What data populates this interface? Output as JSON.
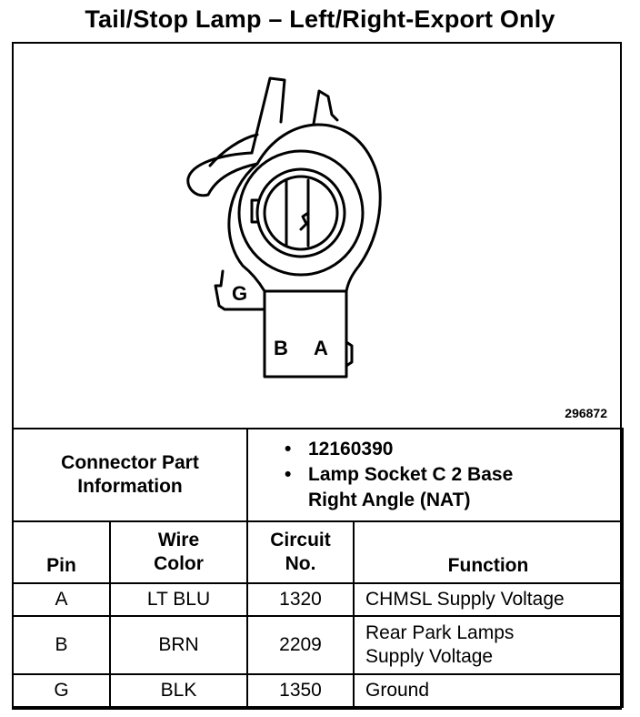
{
  "title": "Tail/Stop Lamp – Left/Right-Export Only",
  "figure": {
    "id": "296872",
    "pin_labels": {
      "g": "G",
      "b": "B",
      "a": "A"
    }
  },
  "connector_info": {
    "label_line1": "Connector Part",
    "label_line2": "Information",
    "bullet": "•",
    "part_number": "12160390",
    "description_line1": "Lamp Socket C 2 Base",
    "description_line2": "Right Angle (NAT)"
  },
  "table": {
    "headers": {
      "pin": "Pin",
      "wire_color_line1": "Wire",
      "wire_color_line2": "Color",
      "circuit_line1": "Circuit",
      "circuit_line2": "No.",
      "function": "Function"
    },
    "rows": [
      {
        "pin": "A",
        "wire_color": "LT BLU",
        "circuit": "1320",
        "function_line1": "CHMSL Supply Voltage",
        "function_line2": ""
      },
      {
        "pin": "B",
        "wire_color": "BRN",
        "circuit": "2209",
        "function_line1": "Rear Park Lamps",
        "function_line2": "Supply Voltage"
      },
      {
        "pin": "G",
        "wire_color": "BLK",
        "circuit": "1350",
        "function_line1": "Ground",
        "function_line2": ""
      }
    ]
  }
}
